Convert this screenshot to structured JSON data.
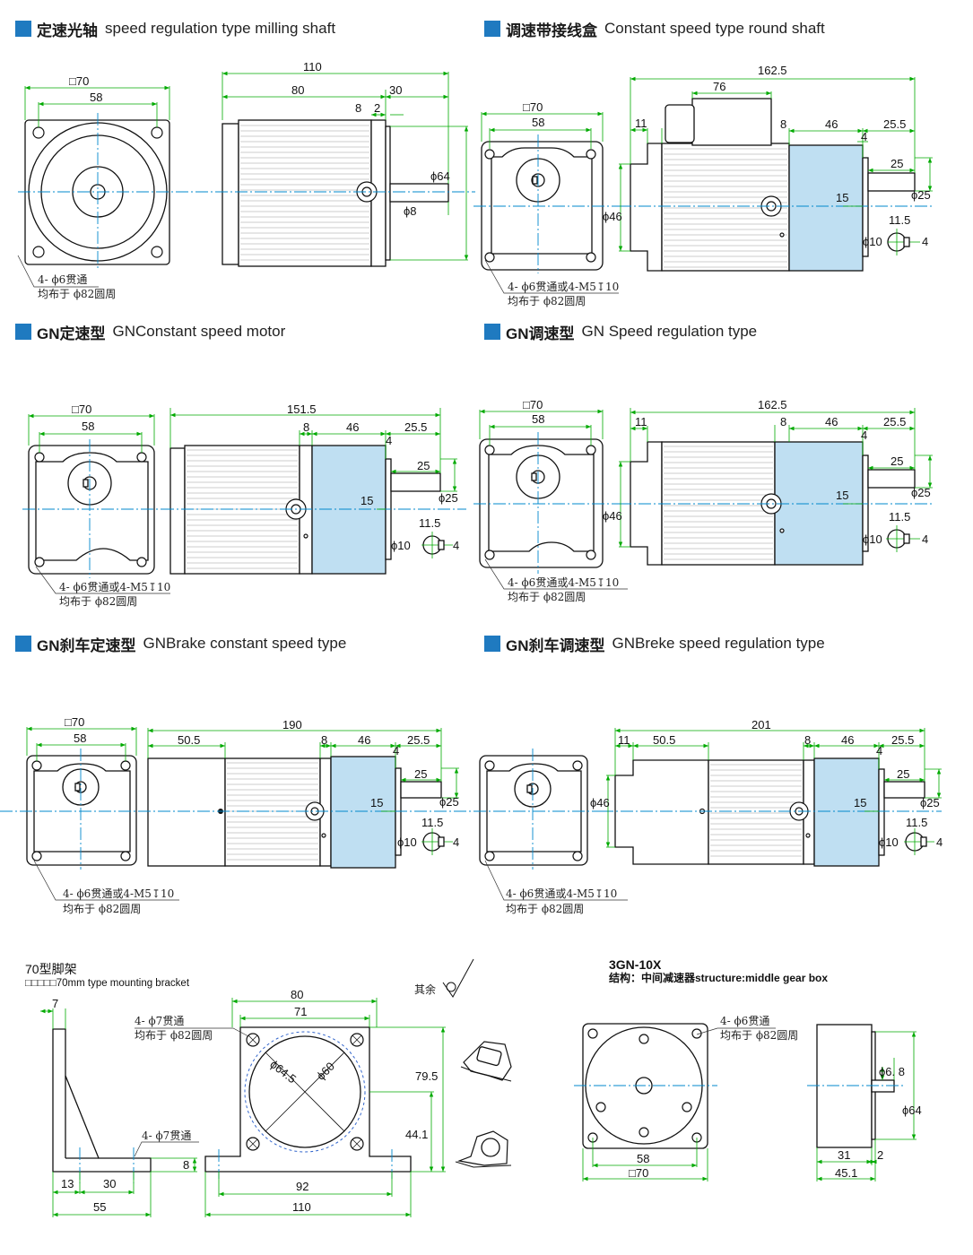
{
  "headers": [
    {
      "cn": "定速光轴",
      "en": "speed regulation type milling shaft"
    },
    {
      "cn": "调速带接线盒",
      "en": "Constant speed type round shaft"
    },
    {
      "cn": "GN定速型",
      "en": "GNConstant  speed motor"
    },
    {
      "cn": "GN调速型",
      "en": "GN Speed regulation type"
    },
    {
      "cn": "GN刹车定速型",
      "en": "GNBrake constant speed type"
    },
    {
      "cn": "GN刹车调速型",
      "en": "GNBreke speed regulation type"
    }
  ],
  "colors": {
    "accent": "#1f7ac0",
    "dimension": "#00aa00",
    "centerline": "#0088cc",
    "gearbox": "#bfdff2",
    "outline": "#111111"
  },
  "s1": {
    "sq70": "□70",
    "d58": "58",
    "d110": "110",
    "d80": "80",
    "d30": "30",
    "d8": "8",
    "d2": "2",
    "phi64": "ϕ64",
    "phi8": "ϕ8",
    "hole1": "4- ϕ6贯通",
    "hole2": "均布于 ϕ82圆周"
  },
  "s2": {
    "sq70": "□70",
    "d58": "58",
    "d162": "162.5",
    "d76": "76",
    "d11": "11",
    "d8": "8",
    "d46": "46",
    "d25_5": "25.5",
    "d4": "4",
    "d25": "25",
    "d15": "15",
    "phi25": "ϕ25",
    "phi46": "ϕ46",
    "d11_5": "11.5",
    "phi10": "ϕ10",
    "d4b": "4",
    "hole1": "4- ϕ6贯通或4-M5↧10",
    "hole2": "均布于 ϕ82圆周"
  },
  "s3": {
    "sq70": "□70",
    "d58": "58",
    "d151": "151.5",
    "d8": "8",
    "d46": "46",
    "d25_5": "25.5",
    "d4": "4",
    "d25": "25",
    "d15": "15",
    "phi25": "ϕ25",
    "d11_5": "11.5",
    "phi10": "ϕ10",
    "d4b": "4",
    "hole1": "4- ϕ6贯通或4-M5↧10",
    "hole2": "均布于 ϕ82圆周"
  },
  "s4": {
    "sq70": "□70",
    "d58": "58",
    "d162": "162.5",
    "d11": "11",
    "d8": "8",
    "d46": "46",
    "d25_5": "25.5",
    "d4": "4",
    "d25": "25",
    "d15": "15",
    "phi25": "ϕ25",
    "phi46": "ϕ46",
    "d11_5": "11.5",
    "phi10": "ϕ10",
    "d4b": "4",
    "hole1": "4- ϕ6贯通或4-M5↧10",
    "hole2": "均布于 ϕ82圆周"
  },
  "s5": {
    "sq70": "□70",
    "d58": "58",
    "d190": "190",
    "d50_5": "50.5",
    "d8": "8",
    "d46": "46",
    "d25_5": "25.5",
    "d4": "4",
    "d25": "25",
    "d15": "15",
    "phi25": "ϕ25",
    "d11_5": "11.5",
    "phi10": "ϕ10",
    "d4b": "4",
    "hole1": "4- ϕ6贯通或4-M5↧10",
    "hole2": "均布于 ϕ82圆周"
  },
  "s6": {
    "d201": "201",
    "d11": "11",
    "d50_5": "50.5",
    "d8": "8",
    "d46": "46",
    "d25_5": "25.5",
    "d4": "4",
    "d25": "25",
    "d15": "15",
    "phi25": "ϕ25",
    "phi46": "ϕ46",
    "d11_5": "11.5",
    "phi10": "ϕ10",
    "d4b": "4",
    "hole1": "4- ϕ6贯通或4-M5↧10",
    "hole2": "均布于 ϕ82圆周"
  },
  "bracket": {
    "title": "70型脚架",
    "subtitle": "□□□□□70mm type mounting bracket",
    "d7": "7",
    "d13": "13",
    "d30": "30",
    "d55": "55",
    "d8": "8",
    "hole_side": "4- ϕ7贯通",
    "hole1": "4- ϕ7贯通",
    "hole2": "均布于 ϕ82圆周",
    "d80": "80",
    "d71": "71",
    "phi64_5": "ϕ64.5",
    "phi60": "ϕ60",
    "d79_5": "79.5",
    "d44_1": "44.1",
    "d92": "92",
    "d110": "110",
    "rough": "其余"
  },
  "gearbox": {
    "title": "3GN-10X",
    "subtitle": "结构：中间减速器structure:middle gear box",
    "hole1": "4- ϕ6贯通",
    "hole2": "均布于 ϕ82圆周",
    "d58": "58",
    "sq70": "□70",
    "phi6_8": "ϕ6. 8",
    "phi64": "ϕ64",
    "d31": "31",
    "d2": "2",
    "d45_1": "45.1"
  }
}
